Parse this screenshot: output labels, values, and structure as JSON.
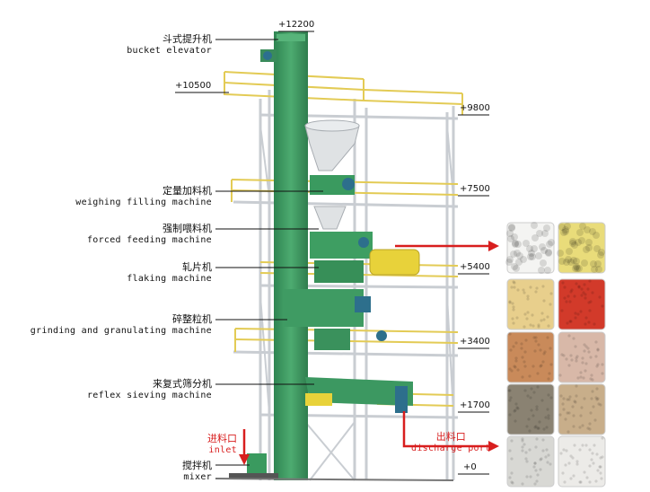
{
  "labels": {
    "bucket_elevator": {
      "zh": "斗式提升机",
      "en": "bucket elevator"
    },
    "weighing_filling": {
      "zh": "定量加料机",
      "en": "weighing filling machine"
    },
    "forced_feeding": {
      "zh": "强制喂料机",
      "en": "forced feeding machine"
    },
    "flaking": {
      "zh": "轧片机",
      "en": "flaking machine"
    },
    "grinding": {
      "zh": "碎整粒机",
      "en": "grinding and granulating machine"
    },
    "reflex_sieving": {
      "zh": "来复式筛分机",
      "en": "reflex sieving machine"
    },
    "inlet": {
      "zh": "进料口",
      "en": "inlet"
    },
    "mixer": {
      "zh": "搅拌机",
      "en": "mixer"
    },
    "discharge": {
      "zh": "出料口",
      "en": "discharge port"
    }
  },
  "levels": {
    "l12200": "+12200",
    "l10500": "+10500",
    "l9800": "+9800",
    "l7500": "+7500",
    "l5400": "+5400",
    "l3400": "+3400",
    "l1700": "+1700",
    "l0": "+0"
  },
  "colors": {
    "machine_green": "#3f9b63",
    "rail_yellow": "#e8d060",
    "frame_gray": "#d4d8dc",
    "arrow_red": "#d81e1e",
    "hopper_yellow": "#e8d23a"
  },
  "samples": [
    {
      "name": "white-briquettes",
      "color": "#f4f4f2"
    },
    {
      "name": "yellow-flakes",
      "color": "#e9dc7a"
    },
    {
      "name": "cream-granules",
      "color": "#e8cf8c"
    },
    {
      "name": "red-granules",
      "color": "#d23a2a"
    },
    {
      "name": "orange-brown-granules",
      "color": "#c98a5a"
    },
    {
      "name": "pink-beige-granules",
      "color": "#d8b8a8"
    },
    {
      "name": "dark-gray-granules",
      "color": "#8a8272"
    },
    {
      "name": "tan-granules",
      "color": "#c8ae8a"
    },
    {
      "name": "white-gray-granules-1",
      "color": "#d8d8d4"
    },
    {
      "name": "white-granules-2",
      "color": "#ecebe8"
    }
  ]
}
